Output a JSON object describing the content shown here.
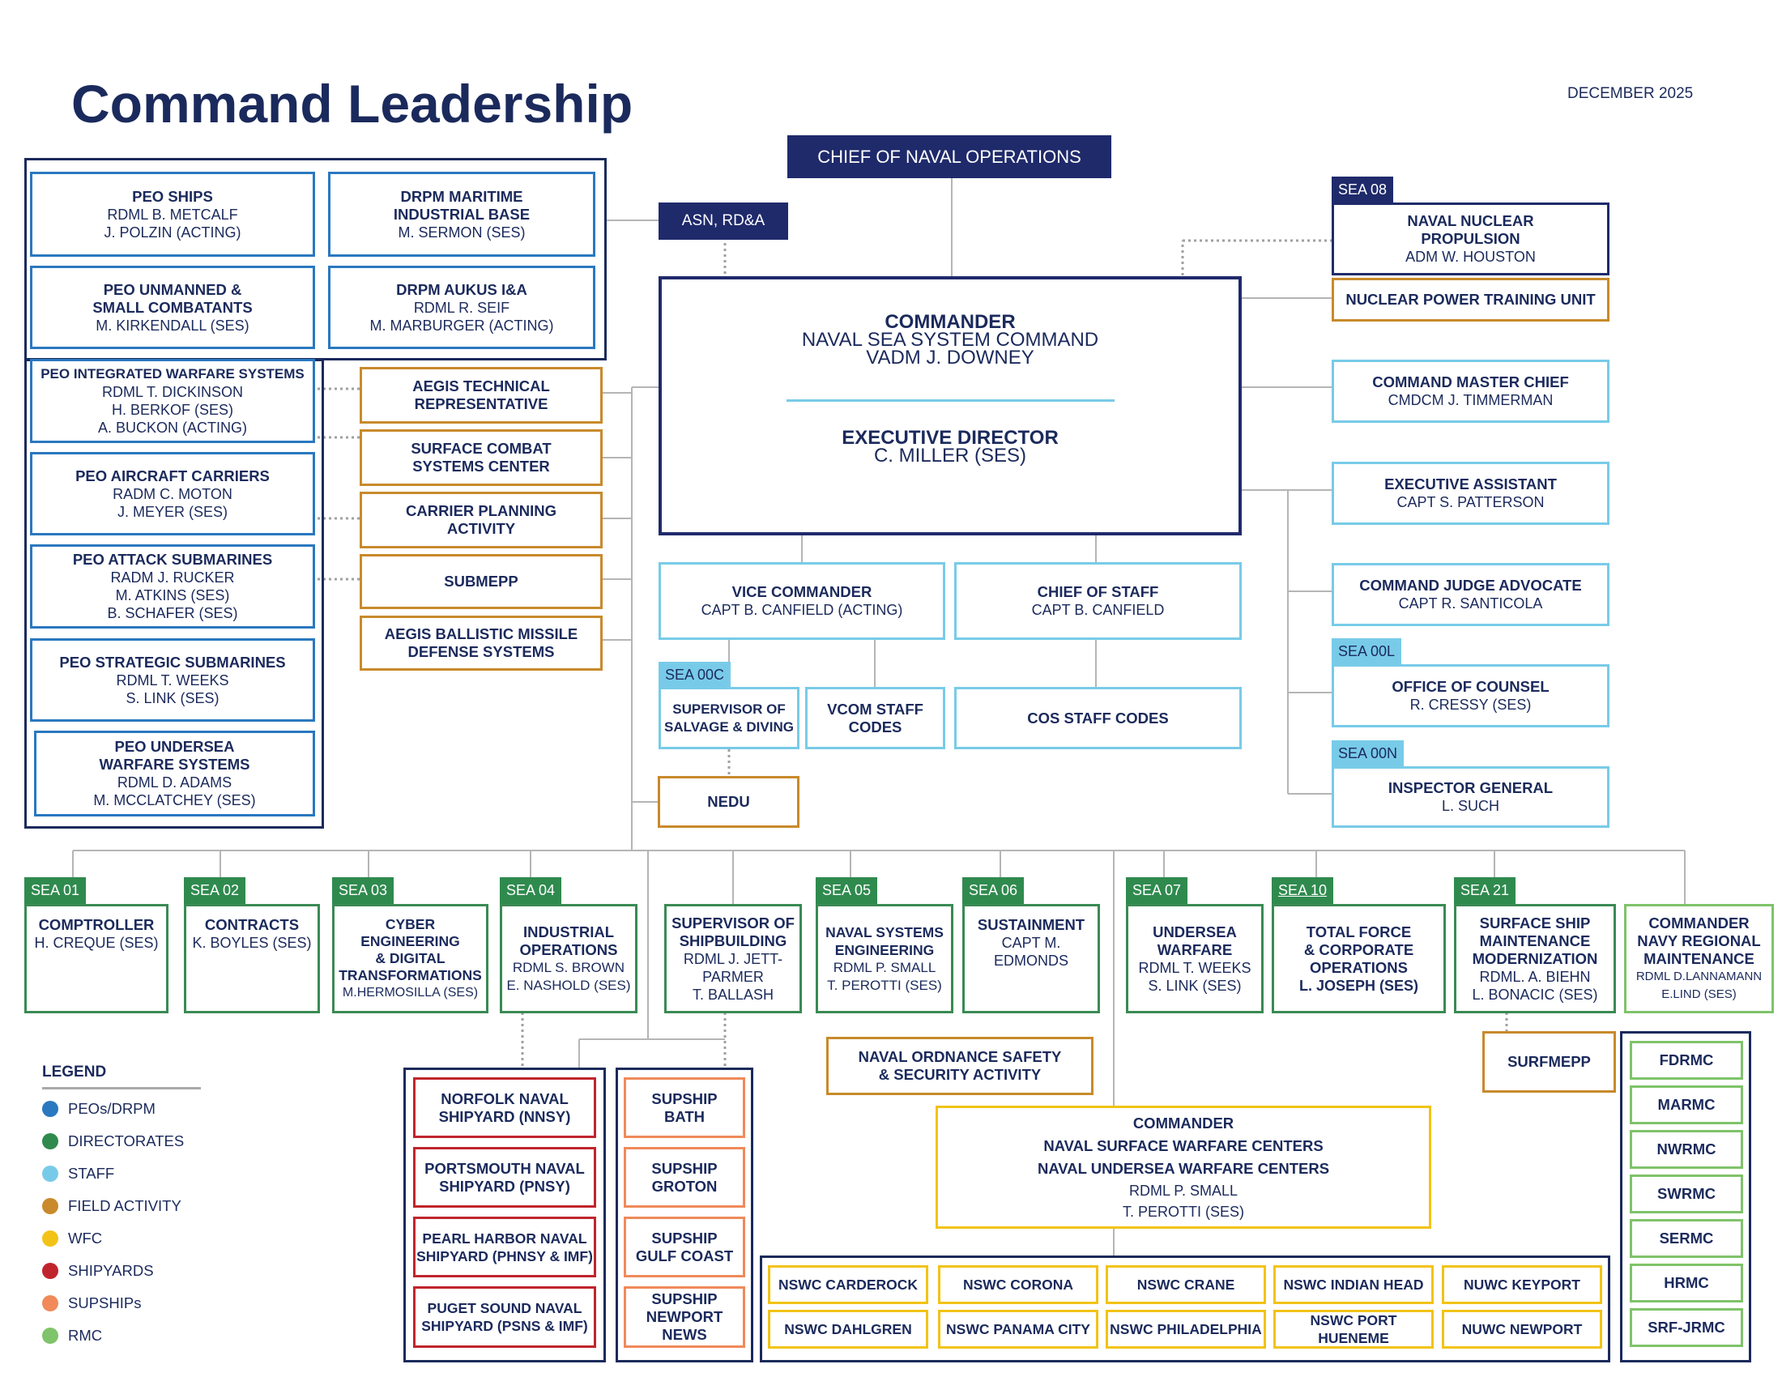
{
  "title": "Command Leadership",
  "date": "DECEMBER 2025",
  "cno": "CHIEF OF NAVAL OPERATIONS",
  "asn": "ASN, RD&A",
  "commander": {
    "title": "COMMANDER",
    "org": "NAVAL SEA SYSTEM COMMAND",
    "name": "VADM J. DOWNEY",
    "ed_title": "EXECUTIVE DIRECTOR",
    "ed_name": "C. MILLER (SES)"
  },
  "peo": {
    "ships": {
      "title": "PEO SHIPS",
      "names": "RDML B. METCALF\nJ. POLZIN (ACTING)"
    },
    "drpm_mib": {
      "title": "DRPM MARITIME\nINDUSTRIAL BASE",
      "names": "M. SERMON (SES)"
    },
    "unmanned": {
      "title": "PEO UNMANNED &\nSMALL COMBATANTS",
      "names": "M. KIRKENDALL (SES)"
    },
    "aukus": {
      "title": "DRPM AUKUS I&A",
      "names": "RDML R. SEIF\nM. MARBURGER (ACTING)"
    },
    "iws": {
      "title": "PEO INTEGRATED WARFARE SYSTEMS",
      "names": "RDML T. DICKINSON\nH. BERKOF (SES)\nA. BUCKON (ACTING)"
    },
    "carriers": {
      "title": "PEO AIRCRAFT CARRIERS",
      "names": "RADM C. MOTON\nJ. MEYER (SES)"
    },
    "attack": {
      "title": "PEO ATTACK SUBMARINES",
      "names": "RADM J. RUCKER\nM. ATKINS (SES)\nB. SCHAFER (SES)"
    },
    "strategic": {
      "title": "PEO STRATEGIC SUBMARINES",
      "names": "RDML T. WEEKS\nS. LINK (SES)"
    },
    "undersea": {
      "title": "PEO UNDERSEA\nWARFARE SYSTEMS",
      "names": "RDML D. ADAMS\nM. MCCLATCHEY (SES)"
    }
  },
  "field_activities_left": {
    "aegis_tech": "AEGIS TECHNICAL\nREPRESENTATIVE",
    "scsc": "SURFACE COMBAT\nSYSTEMS CENTER",
    "cpa": "CARRIER PLANNING\nACTIVITY",
    "submepp": "SUBMEPP",
    "abmd": "AEGIS BALLISTIC MISSILE\nDEFENSE SYSTEMS"
  },
  "sea08": {
    "tag": "SEA 08",
    "title": "NAVAL NUCLEAR\nPROPULSION",
    "names": "ADM W. HOUSTON",
    "ptu": "NUCLEAR POWER TRAINING UNIT"
  },
  "staff_right": {
    "cmc": {
      "title": "COMMAND MASTER CHIEF",
      "names": "CMDCM J. TIMMERMAN"
    },
    "ea": {
      "title": "EXECUTIVE ASSISTANT",
      "names": "CAPT S. PATTERSON"
    },
    "cja": {
      "title": "COMMAND JUDGE ADVOCATE",
      "names": "CAPT R. SANTICOLA"
    },
    "counsel": {
      "tag": "SEA 00L",
      "title": "OFFICE OF COUNSEL",
      "names": "R. CRESSY (SES)"
    },
    "ig": {
      "tag": "SEA 00N",
      "title": "INSPECTOR GENERAL",
      "names": "L. SUCH"
    }
  },
  "staff_mid": {
    "vice": {
      "title": "VICE COMMANDER",
      "names": "CAPT B. CANFIELD (ACTING)"
    },
    "cos": {
      "title": "CHIEF OF STAFF",
      "names": "CAPT B. CANFIELD"
    },
    "supsalv": {
      "tag": "SEA 00C",
      "title": "SUPERVISOR OF\nSALVAGE & DIVING"
    },
    "vcom": {
      "title": "VCOM STAFF\nCODES"
    },
    "cos_codes": {
      "title": "COS STAFF CODES"
    },
    "nedu": {
      "title": "NEDU"
    }
  },
  "directorates": {
    "sea01": {
      "tag": "SEA 01",
      "title": "COMPTROLLER",
      "names": "H. CREQUE (SES)"
    },
    "sea02": {
      "tag": "SEA 02",
      "title": "CONTRACTS",
      "names": "K. BOYLES (SES)"
    },
    "sea03": {
      "tag": "SEA 03",
      "title": "CYBER\nENGINEERING\n& DIGITAL\nTRANSFORMATIONS",
      "names": "M.HERMOSILLA (SES)"
    },
    "sea04": {
      "tag": "SEA 04",
      "title": "INDUSTRIAL\nOPERATIONS",
      "names": "RDML S. BROWN\nE. NASHOLD (SES)"
    },
    "supship": {
      "title": "SUPERVISOR OF\nSHIPBUILDING",
      "names": "RDML J. JETT-\nPARMER\nT. BALLASH"
    },
    "sea05": {
      "tag": "SEA 05",
      "title": "NAVAL SYSTEMS\nENGINEERING",
      "names": "RDML P. SMALL\nT. PEROTTI (SES)"
    },
    "sea06": {
      "tag": "SEA 06",
      "title": "SUSTAINMENT",
      "names": "CAPT M.\nEDMONDS"
    },
    "sea07": {
      "tag": "SEA 07",
      "title": "UNDERSEA\nWARFARE",
      "names": "RDML T. WEEKS\nS. LINK (SES)"
    },
    "sea10": {
      "tag": "SEA 10",
      "title": "TOTAL FORCE\n& CORPORATE\nOPERATIONS",
      "names": "L. JOSEPH (SES)"
    },
    "sea21": {
      "tag": "SEA 21",
      "title": "SURFACE SHIP\nMAINTENANCE\nMODERNIZATION",
      "names": "RDML. A. BIEHN\nL. BONACIC (SES)"
    },
    "cnrm": {
      "title": "COMMANDER\nNAVY REGIONAL\nMAINTENANCE",
      "names": "RDML D.LANNAMANN\nE.LIND (SES)"
    }
  },
  "nossa": "NAVAL ORDNANCE SAFETY\n& SECURITY ACTIVITY",
  "surfmepp": "SURFMEPP",
  "shipyards": [
    "NORFOLK NAVAL\nSHIPYARD (NNSY)",
    "PORTSMOUTH NAVAL\nSHIPYARD (PNSY)",
    "PEARL HARBOR NAVAL\nSHIPYARD (PHNSY & IMF)",
    "PUGET SOUND NAVAL\nSHIPYARD (PSNS & IMF)"
  ],
  "supships": [
    "SUPSHIP\nBATH",
    "SUPSHIP\nGROTON",
    "SUPSHIP\nGULF COAST",
    "SUPSHIP\nNEWPORT\nNEWS"
  ],
  "warfare_centers": {
    "title": "COMMANDER\nNAVAL SURFACE WARFARE CENTERS\nNAVAL UNDERSEA WARFARE CENTERS",
    "names": "RDML P. SMALL\nT. PEROTTI (SES)"
  },
  "wfc_row1": [
    "NSWC CARDEROCK",
    "NSWC CORONA",
    "NSWC CRANE",
    "NSWC INDIAN HEAD",
    "NUWC KEYPORT"
  ],
  "wfc_row2": [
    "NSWC DAHLGREN",
    "NSWC PANAMA CITY",
    "NSWC PHILADELPHIA",
    "NSWC PORT HUENEME",
    "NUWC NEWPORT"
  ],
  "rmcs": [
    "FDRMC",
    "MARMC",
    "NWRMC",
    "SWRMC",
    "SERMC",
    "HRMC",
    "SRF-JRMC"
  ],
  "legend": {
    "title": "LEGEND",
    "items": [
      {
        "label": "PEOs/DRPM",
        "color": "#2a78c0"
      },
      {
        "label": "DIRECTORATES",
        "color": "#2f8a4e"
      },
      {
        "label": "STAFF",
        "color": "#78cbe8"
      },
      {
        "label": "FIELD ACTIVITY",
        "color": "#c88a2b"
      },
      {
        "label": "WFC",
        "color": "#f2c316"
      },
      {
        "label": "SHIPYARDS",
        "color": "#c0252d"
      },
      {
        "label": "SUPSHIPs",
        "color": "#f08a5a"
      },
      {
        "label": "RMC",
        "color": "#7fc36a"
      }
    ]
  }
}
